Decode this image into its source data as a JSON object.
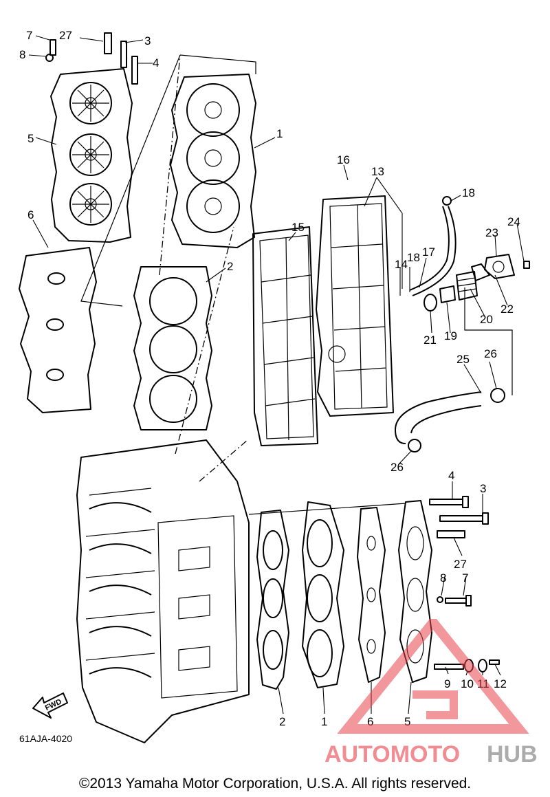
{
  "callouts": {
    "c7_top": "7",
    "c27_top": "27",
    "c3_top": "3",
    "c8_top": "8",
    "c4_top": "4",
    "c5_top": "5",
    "c1_top": "1",
    "c6_top": "6",
    "c2_top": "2",
    "c16": "16",
    "c13": "13",
    "c18_top": "18",
    "c15": "15",
    "c23": "23",
    "c24": "24",
    "c14": "14",
    "c18_mid": "18",
    "c17": "17",
    "c22": "22",
    "c20": "20",
    "c21": "21",
    "c19": "19",
    "c25": "25",
    "c26_top": "26",
    "c26_bot": "26",
    "c4_bot": "4",
    "c3_bot": "3",
    "c27_bot": "27",
    "c8_bot": "8",
    "c7_bot": "7",
    "c9": "9",
    "c10": "10",
    "c11": "11",
    "c12": "12",
    "c2_bot": "2",
    "c1_bot": "1",
    "c6_bot": "6",
    "c5_bot": "5"
  },
  "fwd_label": "FWD",
  "diagram_code": "61AJA-4020",
  "copyright": "©2013 Yamaha Motor Corporation, U.S.A. All rights reserved.",
  "watermark": {
    "part1": "AUTOMOTO",
    "part2": "HUB"
  },
  "colors": {
    "line": "#000000",
    "watermark_red": "#e8434a",
    "watermark_gray": "#8a8a8a"
  }
}
